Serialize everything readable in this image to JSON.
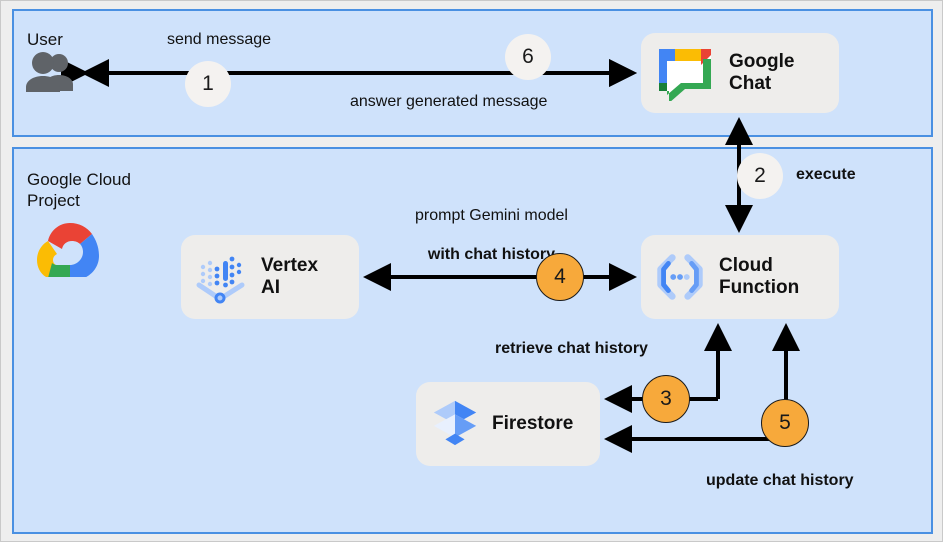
{
  "diagram": {
    "title": "Google Chat Gemini app architecture",
    "colors": {
      "panel_fill": "#cfe2fb",
      "panel_border": "#4a90e2",
      "card_fill": "#eeedeb",
      "step_light": "#f4f2f0",
      "step_orange": "#f7a93b",
      "arrow": "#000000",
      "canvas": "#eeeeee"
    }
  },
  "panels": [
    {
      "id": "user",
      "title": "User"
    },
    {
      "id": "gcp",
      "title": "Google Cloud\nProject"
    }
  ],
  "cards": [
    {
      "id": "google-chat",
      "label": "Google\nChat",
      "icon": "google-chat-icon"
    },
    {
      "id": "vertex-ai",
      "label": "Vertex\nAI",
      "icon": "vertex-ai-icon"
    },
    {
      "id": "cloud-function",
      "label": "Cloud\nFunction",
      "icon": "cloud-function-icon"
    },
    {
      "id": "firestore",
      "label": "Firestore",
      "icon": "firestore-icon"
    }
  ],
  "icons": {
    "user": "people-icon",
    "google_cloud": "google-cloud-logo"
  },
  "steps": [
    {
      "number": "1",
      "style": "light",
      "label": "send message"
    },
    {
      "number": "2",
      "style": "light",
      "label": "execute"
    },
    {
      "number": "3",
      "style": "orange",
      "label": "retrieve chat history"
    },
    {
      "number": "4",
      "style": "orange",
      "label": "prompt Gemini model\nwith chat history"
    },
    {
      "number": "5",
      "style": "orange",
      "label": "update chat history"
    },
    {
      "number": "6",
      "style": "light",
      "label": "answer generated message"
    }
  ],
  "labels": {
    "send_message": "send message",
    "answer_generated_message": "answer generated message",
    "execute": "execute",
    "prompt_line1": "prompt Gemini model",
    "prompt_line2": "with chat history",
    "retrieve_chat_history": "retrieve chat history",
    "update_chat_history": "update chat history"
  }
}
